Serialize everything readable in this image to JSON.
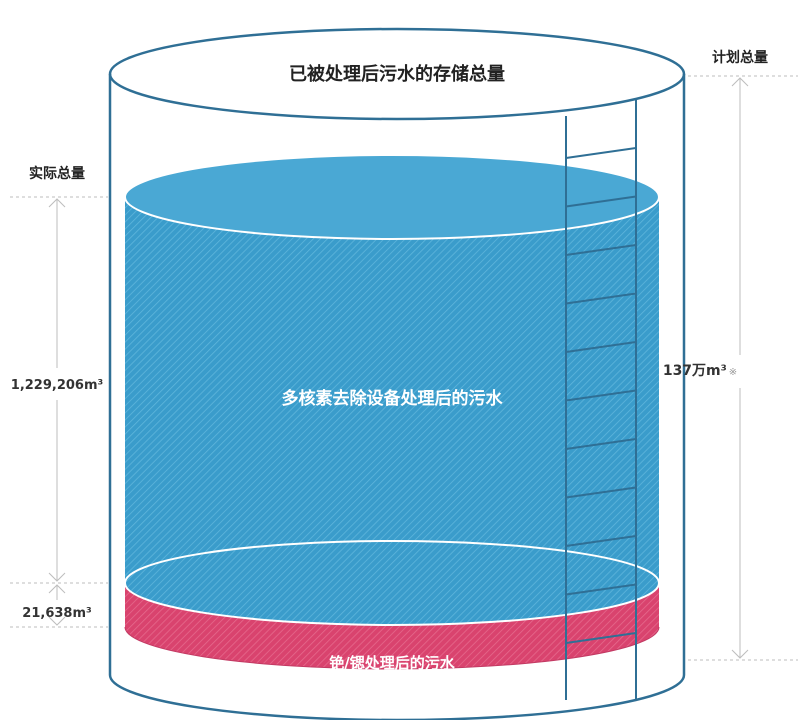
{
  "chart_data": {
    "type": "stacked-cylinder",
    "title": "已被处理后污水的存储总量",
    "segments": [
      {
        "name": "铯/锶处理后的污水",
        "value": 21638,
        "value_label": "21,638m³",
        "color": "#d9436e"
      },
      {
        "name": "多核素去除设备处理后的污水",
        "value": 1229206,
        "value_label": "1,229,206m³",
        "color": "#3a9ccb"
      }
    ],
    "actual_total_label": "实际总量",
    "planned_total_label": "计划总量",
    "planned_total_value_label": "137万m³",
    "planned_total_note": "※",
    "stroke_color": "#2f6f95"
  }
}
